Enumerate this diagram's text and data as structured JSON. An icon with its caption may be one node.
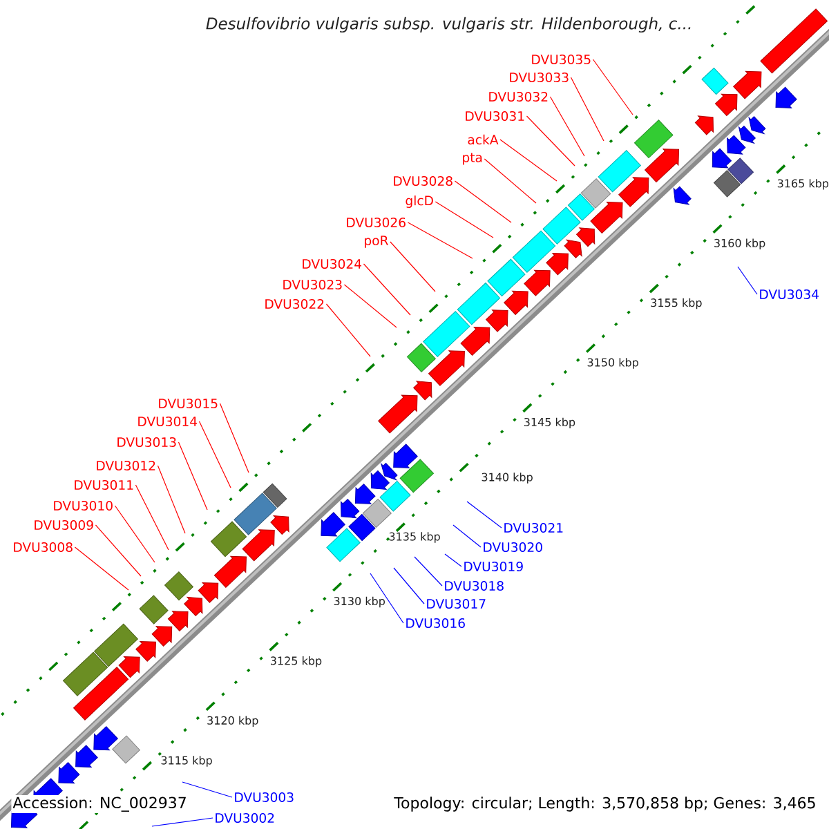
{
  "diagram": {
    "title": "Desulfovibrio vulgaris subsp. vulgaris str. Hildenborough, c...",
    "nodes": [
      {
        "text": [
          "DVU3035"
        ]
      },
      {
        "text": [
          "DVU3033"
        ]
      },
      {
        "text": [
          "DVU3032"
        ]
      },
      {
        "text": [
          "DVU3031"
        ]
      },
      {
        "text": [
          "ackA"
        ]
      },
      {
        "text": [
          "pta"
        ]
      },
      {
        "text": [
          "DVU3028"
        ]
      },
      {
        "text": [
          "glcD"
        ]
      },
      {
        "text": [
          "DVU3026"
        ]
      },
      {
        "text": [
          "poR"
        ]
      },
      {
        "text": [
          "DVU3024"
        ]
      },
      {
        "text": [
          "DVU3023"
        ]
      },
      {
        "text": [
          "DVU3034"
        ]
      },
      {
        "text": [
          "DVU3022"
        ]
      },
      {
        "text": [
          "DVU3015"
        ]
      },
      {
        "text": [
          "DVU3014"
        ]
      },
      {
        "text": [
          "DVU3013"
        ]
      },
      {
        "text": [
          "DVU3012"
        ]
      },
      {
        "text": [
          "DVU3011"
        ]
      },
      {
        "text": [
          "DVU3010"
        ]
      },
      {
        "text": [
          "DVU3009"
        ]
      },
      {
        "text": [
          "DVU3021"
        ]
      },
      {
        "text": [
          "DVU3008"
        ]
      },
      {
        "text": [
          "DVU3020"
        ]
      },
      {
        "text": [
          "DVU3019"
        ]
      },
      {
        "text": [
          "DVU3018"
        ]
      },
      {
        "text": [
          "DVU3017"
        ]
      },
      {
        "text": [
          "DVU3016"
        ]
      },
      {
        "text": [
          "DVU3003"
        ]
      },
      {
        "text": [
          "DVU3002"
        ]
      }
    ],
    "edges": [
      {
        "from": 0,
        "to": null,
        "arrow": "none"
      },
      {
        "from": 1,
        "to": null,
        "arrow": "none"
      },
      {
        "from": 2,
        "to": null,
        "arrow": "none"
      },
      {
        "from": 3,
        "to": null,
        "arrow": "none"
      },
      {
        "from": 4,
        "to": null,
        "arrow": "none"
      },
      {
        "from": 5,
        "to": null,
        "arrow": "none"
      },
      {
        "from": 6,
        "to": null,
        "arrow": "none"
      },
      {
        "from": 7,
        "to": null,
        "arrow": "none"
      },
      {
        "from": 8,
        "to": null,
        "arrow": "none"
      },
      {
        "from": 9,
        "to": null,
        "arrow": "none"
      },
      {
        "from": 10,
        "to": null,
        "arrow": "none"
      },
      {
        "from": 11,
        "to": null,
        "arrow": "none"
      },
      {
        "from": 12,
        "to": null,
        "arrow": "none",
        "color": "#0000ff"
      },
      {
        "from": 13,
        "to": null,
        "arrow": "none"
      },
      {
        "from": 14,
        "to": null,
        "arrow": "none"
      },
      {
        "from": 15,
        "to": null,
        "arrow": "none"
      },
      {
        "from": 16,
        "to": null,
        "arrow": "none"
      },
      {
        "from": 17,
        "to": null,
        "arrow": "none"
      },
      {
        "from": 18,
        "to": null,
        "arrow": "none"
      },
      {
        "from": 19,
        "to": null,
        "arrow": "none"
      },
      {
        "from": 20,
        "to": null,
        "arrow": "none"
      },
      {
        "from": 21,
        "to": null,
        "arrow": "none",
        "color": "#0000ff"
      },
      {
        "from": 22,
        "to": null,
        "arrow": "none"
      },
      {
        "from": 23,
        "to": null,
        "arrow": "none",
        "color": "#0000ff"
      },
      {
        "from": 24,
        "to": null,
        "arrow": "none",
        "color": "#0000ff"
      },
      {
        "from": 25,
        "to": null,
        "arrow": "none",
        "color": "#0000ff"
      },
      {
        "from": 26,
        "to": null,
        "arrow": "none",
        "color": "#0000ff"
      },
      {
        "from": 27,
        "to": null,
        "arrow": "none",
        "color": "#0000ff"
      },
      {
        "from": 28,
        "to": null,
        "arrow": "none",
        "color": "#0000ff"
      },
      {
        "from": 29,
        "to": null,
        "arrow": "none",
        "color": "#0000ff"
      }
    ],
    "labels": [
      "3165 kbp",
      "3160 kbp",
      "3155 kbp",
      "3150 kbp",
      "3145 kbp",
      "3140 kbp",
      "3135 kbp",
      "3130 kbp",
      "3125 kbp",
      "3120 kbp",
      "3115 kbp",
      "Accession: NC_002937",
      "Topology: circular; Length: 3,570,858 bp; Genes: 3,465"
    ]
  }
}
